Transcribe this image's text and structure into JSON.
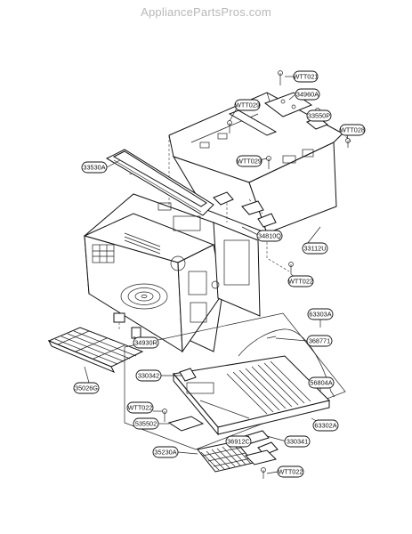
{
  "watermark": "AppliancePartsPros.com",
  "callouts": {
    "wtt021": "WTT021",
    "p34960a": "34960A",
    "wtt029_a": "WTT029",
    "p33550p": "33550P",
    "wtt028": "WTT028",
    "p33530a": "33530A",
    "wtt029_b": "WTT029",
    "p34810q": "34810Q",
    "p33112u": "33112U",
    "wtt022_a": "WTT022",
    "p34930r": "34930R",
    "p35026g": "35026G",
    "p63303a": "63303A",
    "p368771": "368771",
    "p330342": "330342",
    "p56804a": "56804A",
    "wtt022_b": "WTT022",
    "p535502": "535502",
    "p63302a": "63302A",
    "p36912c": "36912C",
    "p330341": "330341",
    "p35230a": "35230A",
    "wtt022_c": "WTT022"
  }
}
